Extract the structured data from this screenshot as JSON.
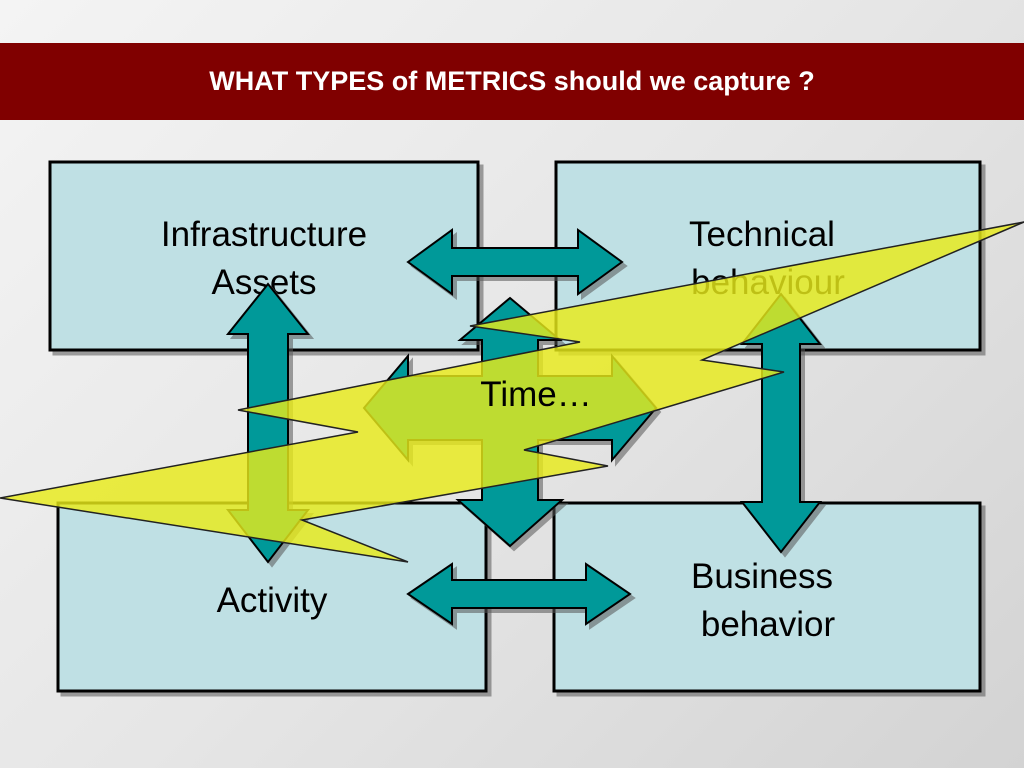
{
  "title": "WHAT TYPES of METRICS should we capture ?",
  "colors": {
    "title_bar": "#800000",
    "box_fill": "#bfe0e4",
    "arrow_fill": "#009999",
    "bolt_fill": "#e8ea1a"
  },
  "boxes": {
    "infrastructure": [
      "Infrastructure",
      "Assets"
    ],
    "technical": [
      "Technical",
      "behaviour"
    ],
    "activity": [
      "Activity"
    ],
    "business": [
      "Business",
      "behavior"
    ]
  },
  "center_label": "Time…"
}
